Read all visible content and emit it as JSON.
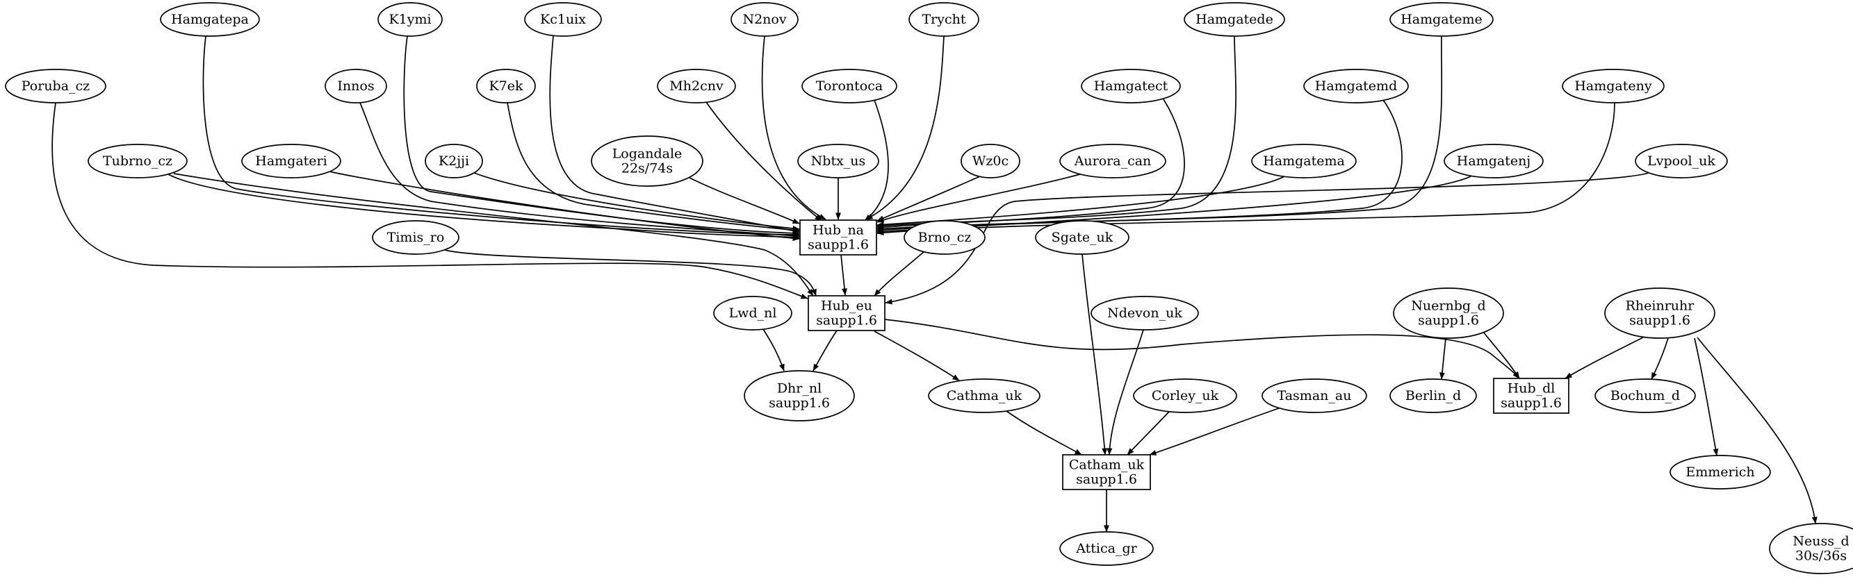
{
  "graph": {
    "nodes": [
      {
        "id": "hamgatepa",
        "lines": [
          "Hamgatepa"
        ],
        "shape": "ellipse"
      },
      {
        "id": "k1ymi",
        "lines": [
          "K1ymi"
        ],
        "shape": "ellipse"
      },
      {
        "id": "kc1uix",
        "lines": [
          "Kc1uix"
        ],
        "shape": "ellipse"
      },
      {
        "id": "n2nov",
        "lines": [
          "N2nov"
        ],
        "shape": "ellipse"
      },
      {
        "id": "trycht",
        "lines": [
          "Trycht"
        ],
        "shape": "ellipse"
      },
      {
        "id": "hamgatede",
        "lines": [
          "Hamgatede"
        ],
        "shape": "ellipse"
      },
      {
        "id": "hamgateme",
        "lines": [
          "Hamgateme"
        ],
        "shape": "ellipse"
      },
      {
        "id": "poruba_cz",
        "lines": [
          "Poruba_cz"
        ],
        "shape": "ellipse"
      },
      {
        "id": "innos",
        "lines": [
          "Innos"
        ],
        "shape": "ellipse"
      },
      {
        "id": "k7ek",
        "lines": [
          "K7ek"
        ],
        "shape": "ellipse"
      },
      {
        "id": "mh2cnv",
        "lines": [
          "Mh2cnv"
        ],
        "shape": "ellipse"
      },
      {
        "id": "torontoca",
        "lines": [
          "Torontoca"
        ],
        "shape": "ellipse"
      },
      {
        "id": "hamgatect",
        "lines": [
          "Hamgatect"
        ],
        "shape": "ellipse"
      },
      {
        "id": "hamgatemd",
        "lines": [
          "Hamgatemd"
        ],
        "shape": "ellipse"
      },
      {
        "id": "hamgateny",
        "lines": [
          "Hamgateny"
        ],
        "shape": "ellipse"
      },
      {
        "id": "tubrno_cz",
        "lines": [
          "Tubrno_cz"
        ],
        "shape": "ellipse"
      },
      {
        "id": "hamgateri",
        "lines": [
          "Hamgateri"
        ],
        "shape": "ellipse"
      },
      {
        "id": "k2jji",
        "lines": [
          "K2jji"
        ],
        "shape": "ellipse"
      },
      {
        "id": "logandale",
        "lines": [
          "Logandale",
          "22s/74s"
        ],
        "shape": "ellipse"
      },
      {
        "id": "nbtx_us",
        "lines": [
          "Nbtx_us"
        ],
        "shape": "ellipse"
      },
      {
        "id": "wz0c",
        "lines": [
          "Wz0c"
        ],
        "shape": "ellipse"
      },
      {
        "id": "aurora_can",
        "lines": [
          "Aurora_can"
        ],
        "shape": "ellipse"
      },
      {
        "id": "hamgatema",
        "lines": [
          "Hamgatema"
        ],
        "shape": "ellipse"
      },
      {
        "id": "hamgatenj",
        "lines": [
          "Hamgatenj"
        ],
        "shape": "ellipse"
      },
      {
        "id": "lvpool_uk",
        "lines": [
          "Lvpool_uk"
        ],
        "shape": "ellipse"
      },
      {
        "id": "hub_na",
        "lines": [
          "Hub_na",
          "saupp1.6"
        ],
        "shape": "box"
      },
      {
        "id": "timis_ro",
        "lines": [
          "Timis_ro"
        ],
        "shape": "ellipse"
      },
      {
        "id": "brno_cz",
        "lines": [
          "Brno_cz"
        ],
        "shape": "ellipse"
      },
      {
        "id": "sgate_uk",
        "lines": [
          "Sgate_uk"
        ],
        "shape": "ellipse"
      },
      {
        "id": "hub_eu",
        "lines": [
          "Hub_eu",
          "saupp1.6"
        ],
        "shape": "box"
      },
      {
        "id": "lwd_nl",
        "lines": [
          "Lwd_nl"
        ],
        "shape": "ellipse"
      },
      {
        "id": "ndevon_uk",
        "lines": [
          "Ndevon_uk"
        ],
        "shape": "ellipse"
      },
      {
        "id": "nuernbg_d",
        "lines": [
          "Nuernbg_d",
          "saupp1.6"
        ],
        "shape": "ellipse"
      },
      {
        "id": "rheinruhr",
        "lines": [
          "Rheinruhr",
          "saupp1.6"
        ],
        "shape": "ellipse"
      },
      {
        "id": "dhr_nl",
        "lines": [
          "Dhr_nl",
          "saupp1.6"
        ],
        "shape": "ellipse"
      },
      {
        "id": "cathma_uk",
        "lines": [
          "Cathma_uk"
        ],
        "shape": "ellipse"
      },
      {
        "id": "corley_uk",
        "lines": [
          "Corley_uk"
        ],
        "shape": "ellipse"
      },
      {
        "id": "tasman_au",
        "lines": [
          "Tasman_au"
        ],
        "shape": "ellipse"
      },
      {
        "id": "berlin_d",
        "lines": [
          "Berlin_d"
        ],
        "shape": "ellipse"
      },
      {
        "id": "hub_dl",
        "lines": [
          "Hub_dl",
          "saupp1.6"
        ],
        "shape": "box"
      },
      {
        "id": "bochum_d",
        "lines": [
          "Bochum_d"
        ],
        "shape": "ellipse"
      },
      {
        "id": "catham_uk",
        "lines": [
          "Catham_uk",
          "saupp1.6"
        ],
        "shape": "box"
      },
      {
        "id": "emmerich",
        "lines": [
          "Emmerich"
        ],
        "shape": "ellipse"
      },
      {
        "id": "attica_gr",
        "lines": [
          "Attica_gr"
        ],
        "shape": "ellipse"
      },
      {
        "id": "neuss_d",
        "lines": [
          "Neuss_d",
          "30s/36s"
        ],
        "shape": "ellipse"
      }
    ],
    "edges": [
      {
        "from": "hamgatepa",
        "to": "hub_na"
      },
      {
        "from": "k1ymi",
        "to": "hub_na"
      },
      {
        "from": "kc1uix",
        "to": "hub_na"
      },
      {
        "from": "n2nov",
        "to": "hub_na"
      },
      {
        "from": "trycht",
        "to": "hub_na"
      },
      {
        "from": "hamgatede",
        "to": "hub_na"
      },
      {
        "from": "hamgateme",
        "to": "hub_na"
      },
      {
        "from": "innos",
        "to": "hub_na"
      },
      {
        "from": "k7ek",
        "to": "hub_na"
      },
      {
        "from": "mh2cnv",
        "to": "hub_na"
      },
      {
        "from": "torontoca",
        "to": "hub_na"
      },
      {
        "from": "hamgatect",
        "to": "hub_na"
      },
      {
        "from": "hamgatemd",
        "to": "hub_na"
      },
      {
        "from": "hamgateny",
        "to": "hub_na"
      },
      {
        "from": "tubrno_cz",
        "to": "hub_na"
      },
      {
        "from": "hamgateri",
        "to": "hub_na"
      },
      {
        "from": "k2jji",
        "to": "hub_na"
      },
      {
        "from": "logandale",
        "to": "hub_na"
      },
      {
        "from": "nbtx_us",
        "to": "hub_na"
      },
      {
        "from": "wz0c",
        "to": "hub_na"
      },
      {
        "from": "aurora_can",
        "to": "hub_na"
      },
      {
        "from": "hamgatema",
        "to": "hub_na"
      },
      {
        "from": "hamgatenj",
        "to": "hub_na"
      },
      {
        "from": "poruba_cz",
        "to": "hub_eu"
      },
      {
        "from": "tubrno_cz",
        "to": "hub_eu"
      },
      {
        "from": "lvpool_uk",
        "to": "hub_eu"
      },
      {
        "from": "hub_na",
        "to": "hub_eu"
      },
      {
        "from": "timis_ro",
        "to": "hub_eu"
      },
      {
        "from": "brno_cz",
        "to": "hub_eu"
      },
      {
        "from": "hub_eu",
        "to": "dhr_nl"
      },
      {
        "from": "lwd_nl",
        "to": "dhr_nl"
      },
      {
        "from": "hub_eu",
        "to": "cathma_uk"
      },
      {
        "from": "hub_eu",
        "to": "hub_dl"
      },
      {
        "from": "nuernbg_d",
        "to": "berlin_d"
      },
      {
        "from": "nuernbg_d",
        "to": "hub_dl"
      },
      {
        "from": "rheinruhr",
        "to": "hub_dl"
      },
      {
        "from": "rheinruhr",
        "to": "bochum_d"
      },
      {
        "from": "rheinruhr",
        "to": "emmerich"
      },
      {
        "from": "rheinruhr",
        "to": "neuss_d"
      },
      {
        "from": "sgate_uk",
        "to": "catham_uk"
      },
      {
        "from": "ndevon_uk",
        "to": "catham_uk"
      },
      {
        "from": "cathma_uk",
        "to": "catham_uk"
      },
      {
        "from": "corley_uk",
        "to": "catham_uk"
      },
      {
        "from": "tasman_au",
        "to": "catham_uk"
      },
      {
        "from": "catham_uk",
        "to": "attica_gr"
      }
    ]
  }
}
